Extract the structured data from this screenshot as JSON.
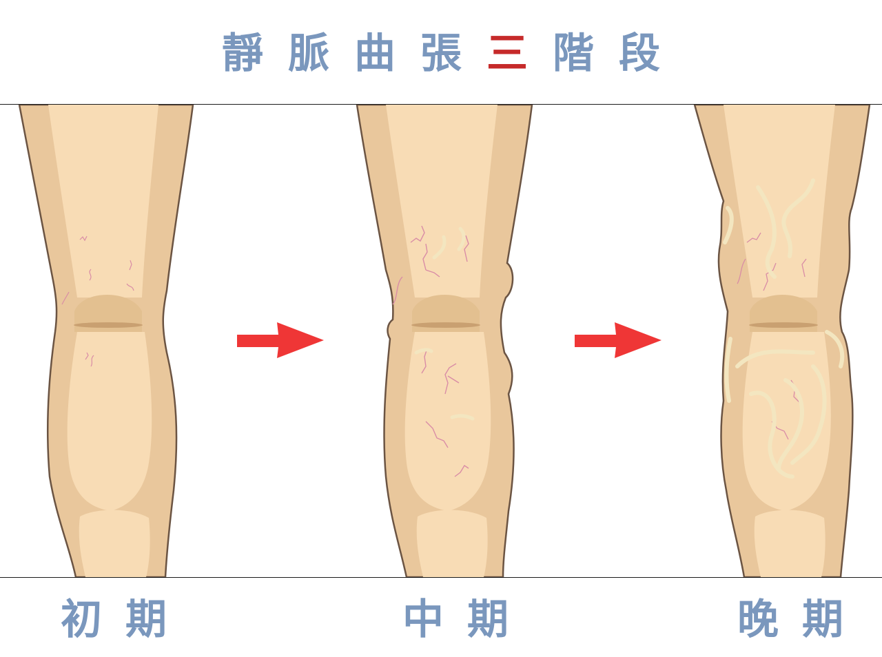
{
  "title": {
    "chars": [
      "靜",
      "脈",
      "曲",
      "張",
      "三",
      "階",
      "段"
    ],
    "full_text": "靜脈曲張三階段",
    "accent_char_index": 4
  },
  "stages": [
    {
      "id": "early",
      "label_chars": [
        "初",
        "期"
      ],
      "label": "初期",
      "severity": "mild spider veins"
    },
    {
      "id": "middle",
      "label_chars": [
        "中",
        "期"
      ],
      "label": "中期",
      "severity": "visible veins and bulges"
    },
    {
      "id": "late",
      "label_chars": [
        "晚",
        "期"
      ],
      "label": "晚期",
      "severity": "severe twisted varicose veins"
    }
  ],
  "arrows": [
    {
      "from": "early",
      "to": "middle",
      "direction": "right"
    },
    {
      "from": "middle",
      "to": "late",
      "direction": "right"
    }
  ],
  "colors": {
    "title_text": "#7a97bd",
    "title_accent": "#c62a2a",
    "skin_dark": "#e9c79c",
    "skin_light": "#f8dcb5",
    "outline": "#6b5443",
    "vein_thin": "#d98ca6",
    "vein_bulge": "#f3e6c0",
    "arrow": "#ef3636",
    "rule": "#1a1a1a"
  }
}
